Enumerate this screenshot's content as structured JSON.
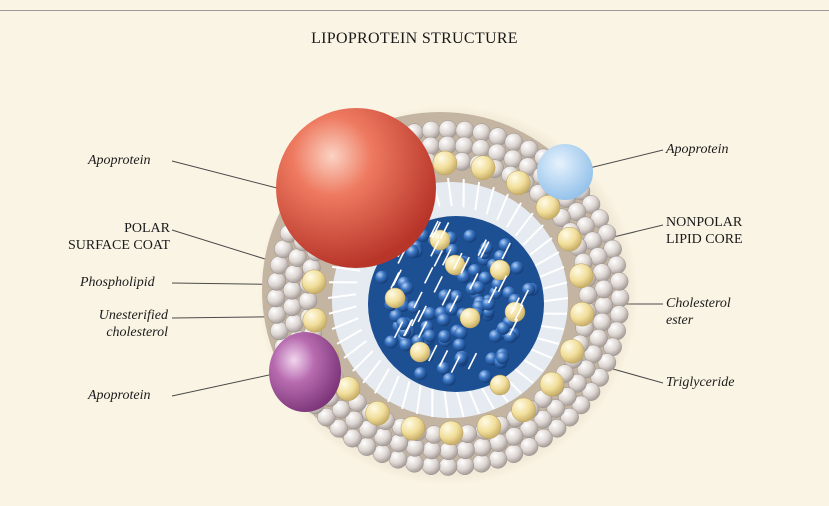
{
  "title": "LIPOPROTEIN STRUCTURE",
  "labels": {
    "apoprotein_top_left": "Apoprotein",
    "polar_surface_coat_line1": "POLAR",
    "polar_surface_coat_line2": "SURFACE COAT",
    "phospholipid": "Phospholipid",
    "unesterified_line1": "Unesterified",
    "unesterified_line2": "cholesterol",
    "apoprotein_bottom_left": "Apoprotein",
    "apoprotein_top_right": "Apoprotein",
    "nonpolar_line1": "NONPOLAR",
    "nonpolar_line2": "LIPID CORE",
    "cholesterol_ester_line1": "Cholesterol",
    "cholesterol_ester_line2": "ester",
    "triglyceride": "Triglyceride"
  },
  "colors": {
    "background": "#faf4e4",
    "phospholipid_head": "#d9d2cd",
    "cholesterol": "#f3e2a2",
    "core": "#1d4f93",
    "core_particle": "#2a66b5",
    "apoprotein_red": "#e0503d",
    "apoprotein_purple": "#a8589e",
    "apoprotein_blue": "#a9cdef"
  }
}
